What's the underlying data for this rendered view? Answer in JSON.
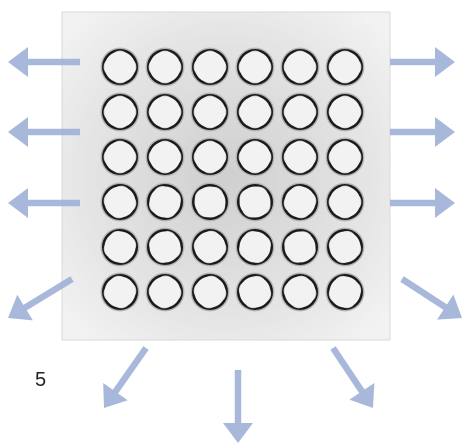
{
  "figure": {
    "panel_label": "5",
    "arrow_color": "#9fb0d6",
    "sheet_color": "#e6e6e6",
    "cell_color": "#f2f2f2",
    "hole_color": "#9a9a9a",
    "grid": {
      "rows": 6,
      "cols": 6,
      "rotations_deg": [
        [
          0,
          0,
          0,
          0,
          0,
          0
        ],
        [
          0,
          0,
          0,
          0,
          0,
          0
        ],
        [
          0,
          0,
          0,
          0,
          0,
          0
        ],
        [
          10,
          -20,
          35,
          30,
          -10,
          0
        ],
        [
          -15,
          20,
          10,
          -20,
          25,
          15
        ],
        [
          -10,
          5,
          10,
          15,
          10,
          -15
        ]
      ]
    },
    "arrows": [
      {
        "name": "arrow-left-1",
        "direction": "left"
      },
      {
        "name": "arrow-left-2",
        "direction": "left"
      },
      {
        "name": "arrow-left-3",
        "direction": "left"
      },
      {
        "name": "arrow-down-left",
        "direction": "down-left"
      },
      {
        "name": "arrow-right-1",
        "direction": "right"
      },
      {
        "name": "arrow-right-2",
        "direction": "right"
      },
      {
        "name": "arrow-right-3",
        "direction": "right"
      },
      {
        "name": "arrow-down-right",
        "direction": "down-right"
      },
      {
        "name": "arrow-bottom-left",
        "direction": "down-left"
      },
      {
        "name": "arrow-bottom-center",
        "direction": "down"
      },
      {
        "name": "arrow-bottom-right",
        "direction": "down-right"
      }
    ]
  }
}
